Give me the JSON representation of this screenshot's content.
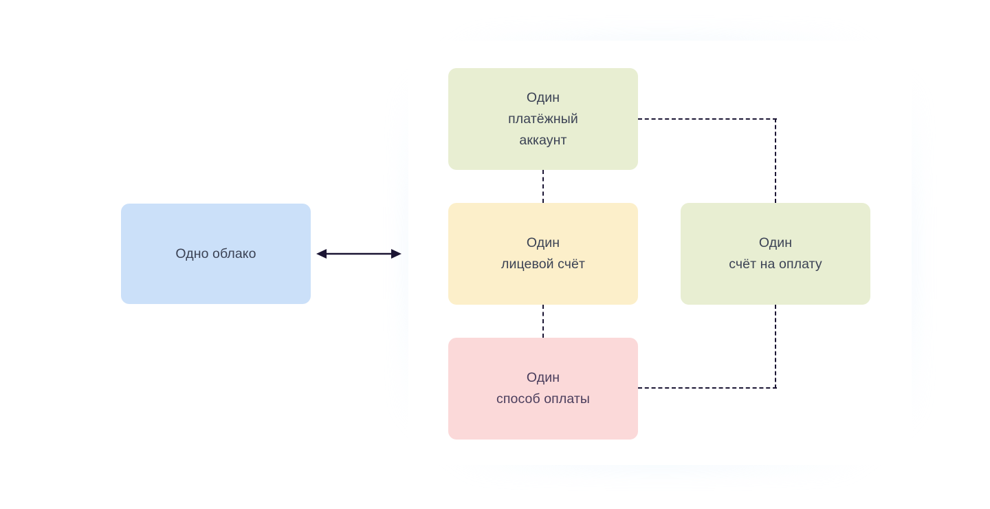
{
  "diagram": {
    "title_text": "",
    "background_color": "#ffffff",
    "panel_color": "#ffffff",
    "glow_color": "#cfe5fb",
    "connector_color": "#1b1533",
    "nodes": [
      {
        "id": "cloud",
        "label": "Одно облако",
        "color": "#cbe0f9",
        "text_color": "#3b4254"
      },
      {
        "id": "payment-account",
        "label": "Один\nплатёжный\nаккаунт",
        "color": "#e8eed2",
        "text_color": "#3b4254"
      },
      {
        "id": "personal-account",
        "label": "Один\nлицевой счёт",
        "color": "#fcefca",
        "text_color": "#3b4254"
      },
      {
        "id": "payment-method",
        "label": "Один\nспособ оплаты",
        "color": "#fbd9d9",
        "text_color": "#4a3d5c"
      },
      {
        "id": "invoice",
        "label": "Один\nсчёт на оплату",
        "color": "#e8eed2",
        "text_color": "#3b4254"
      }
    ],
    "connectors": [
      {
        "id": "cloud-to-panel",
        "style": "solid",
        "arrow": "double"
      },
      {
        "id": "account-to-personal-account",
        "style": "dashed",
        "arrow": "none"
      },
      {
        "id": "personal-account-to-payment-method",
        "style": "dashed",
        "arrow": "none"
      },
      {
        "id": "account-to-invoice",
        "style": "dashed",
        "arrow": "none"
      },
      {
        "id": "payment-method-to-invoice",
        "style": "dashed",
        "arrow": "none"
      }
    ]
  }
}
